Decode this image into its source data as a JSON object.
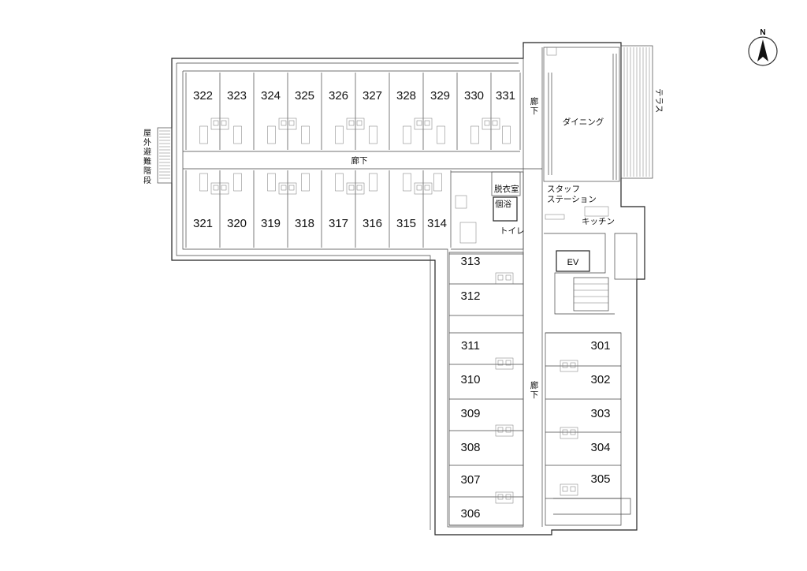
{
  "compass": {
    "label": "N"
  },
  "rooms_north": [
    "322",
    "323",
    "324",
    "325",
    "326",
    "327",
    "328",
    "329",
    "330",
    "331"
  ],
  "rooms_south": [
    "321",
    "320",
    "319",
    "318",
    "317",
    "316",
    "315",
    "314"
  ],
  "rooms_west_wing": [
    "313",
    "312",
    "311",
    "310",
    "309",
    "308",
    "307",
    "306"
  ],
  "rooms_east_wing": [
    "301",
    "302",
    "303",
    "304",
    "305"
  ],
  "labels": {
    "corridor_horizontal": "廊下",
    "corridor_vertical_top": "廊\n下",
    "corridor_vertical_bottom": "廊\n下",
    "dining": "ダイニング",
    "terrace": "テラス",
    "staff_station_line1": "スタッフ",
    "staff_station_line2": "ステーション",
    "kitchen": "キッチン",
    "changing_room": "脱衣室",
    "private_bath": "個浴",
    "toilet": "トイレ",
    "elevator": "EV",
    "outdoor_stairs": "屋外避難階段"
  }
}
